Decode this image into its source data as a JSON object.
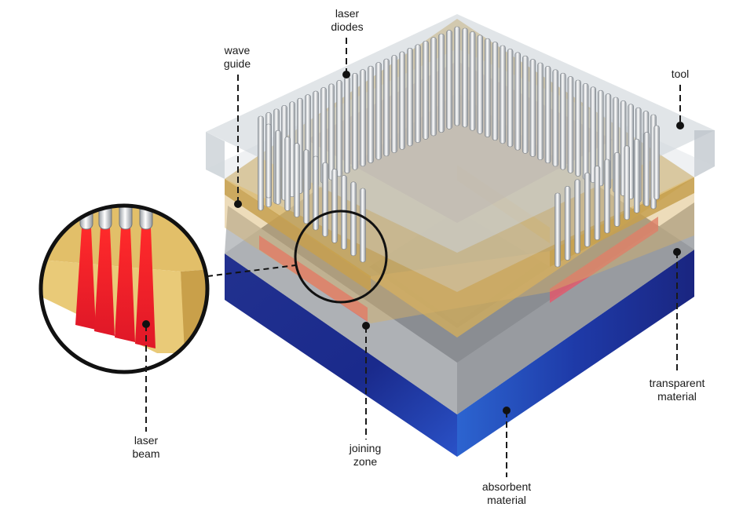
{
  "labels": {
    "laser_diodes": {
      "line1": "laser",
      "line2": "diodes"
    },
    "wave_guide": {
      "line1": "wave",
      "line2": "guide"
    },
    "tool": {
      "line1": "tool"
    },
    "laser_beam": {
      "line1": "laser",
      "line2": "beam"
    },
    "joining_zone": {
      "line1": "joining",
      "line2": "zone"
    },
    "transparent_material": {
      "line1": "transparent",
      "line2": "material"
    },
    "absorbent_material": {
      "line1": "absorbent",
      "line2": "material"
    }
  },
  "colors": {
    "absorbent_blue": "#1e2f9a",
    "absorbent_dark": "#14206e",
    "transparent_gray": "#7c7f84",
    "waveguide_gold": "#d9b25a",
    "tool_glass": "#c9d0d6",
    "laser_red": "#e8202a",
    "rod_silver": "#e6e8ea",
    "leader_line": "#1a1a1a"
  },
  "icons": [
    "laser-diode-rod",
    "laser-beam-cone",
    "magnifier-circle",
    "callout-dot"
  ]
}
